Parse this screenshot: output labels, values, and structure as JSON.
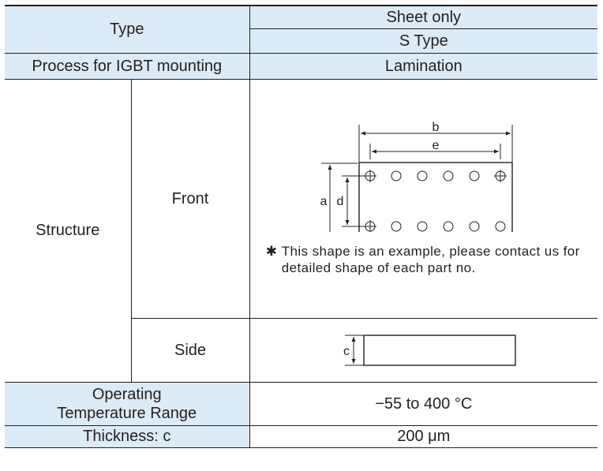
{
  "table": {
    "type_label": "Type",
    "type_value_1": "Sheet only",
    "type_value_2": "S Type",
    "process_label": "Process for IGBT mounting",
    "process_value": "Lamination",
    "structure_label": "Structure",
    "front_label": "Front",
    "side_label": "Side",
    "temp_label_line1": "Operating",
    "temp_label_line2": "Temperature Range",
    "temp_value": "−55 to 400 °C",
    "thickness_label": "Thickness: c",
    "thickness_value": "200 μm"
  },
  "front_drawing": {
    "dim_a": "a",
    "dim_b": "b",
    "dim_c": "c",
    "dim_d": "d",
    "dim_e": "e",
    "note_mark": "✱",
    "note_text": "This shape is an example, please contact us for detailed shape of each part no."
  },
  "colors": {
    "cell_shade": "#dcebf8",
    "line": "#231f20"
  }
}
